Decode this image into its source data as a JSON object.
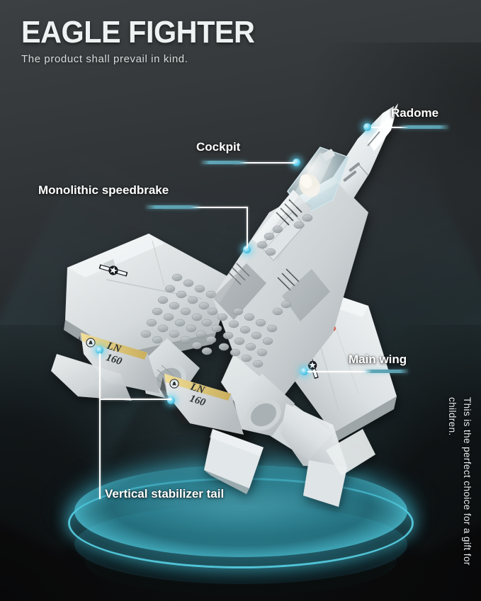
{
  "header": {
    "title": "EAGLE FIGHTER",
    "subtitle": "The product shall prevail in kind."
  },
  "callouts": [
    {
      "id": "radome",
      "label": "Radome"
    },
    {
      "id": "cockpit",
      "label": "Cockpit"
    },
    {
      "id": "speedbrake",
      "label": "Monolithic speedbrake"
    },
    {
      "id": "main-wing",
      "label": "Main wing"
    },
    {
      "id": "vertical-stabilizer-tail",
      "label": "Vertical stabilizer tail"
    }
  ],
  "side_note": "This is the perfect choice for a gift for children.",
  "product": {
    "tail_code_line1": "LN",
    "tail_code_line2": "160",
    "insignia": "usaf-star-and-bar"
  },
  "colors": {
    "accent_cyan": "#5fd7ec",
    "accent_teal": "#5c9fb0",
    "background_dark": "#2c3033",
    "background_black": "#090a0b",
    "text_white": "#ffffff",
    "plastic_light": "#e9eced",
    "plastic_mid": "#c4c9cb",
    "plastic_shadow": "#9aa0a3"
  }
}
